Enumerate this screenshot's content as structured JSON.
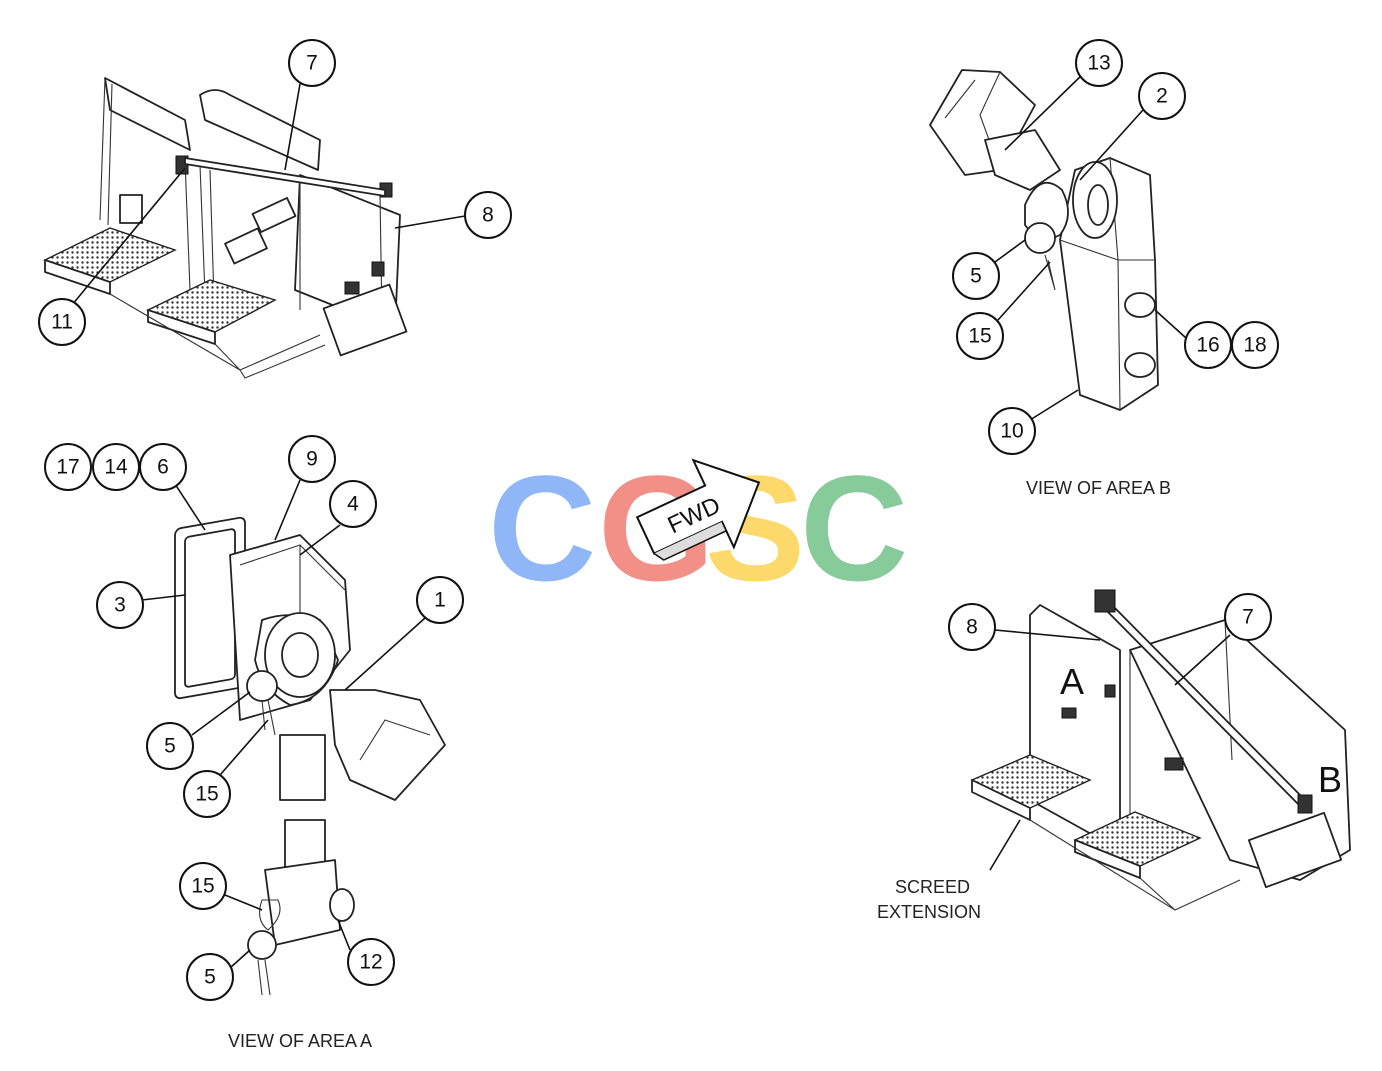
{
  "callouts_view_top": [
    "7",
    "8",
    "11"
  ],
  "callouts_area_b": [
    "13",
    "2",
    "5",
    "15",
    "16",
    "18",
    "10"
  ],
  "callouts_area_a": [
    "17",
    "14",
    "6",
    "9",
    "4",
    "3",
    "1",
    "5",
    "15",
    "15",
    "5",
    "12"
  ],
  "callouts_overview": [
    "8",
    "7"
  ],
  "captions": {
    "area_b": "VIEW OF AREA B",
    "area_a": "VIEW OF AREA A",
    "screed_line1": "SCREED",
    "screed_line2": "EXTENSION"
  },
  "area_letters": {
    "a": "A",
    "b": "B"
  },
  "fwd_arrow": {
    "label": "FWD",
    "icon": "forward-arrow-icon"
  },
  "watermark": {
    "letters": [
      "C",
      "G",
      "S",
      "C"
    ],
    "colors": [
      "#8ab4f8",
      "#f28b82",
      "#fdd663",
      "#81c995"
    ]
  }
}
